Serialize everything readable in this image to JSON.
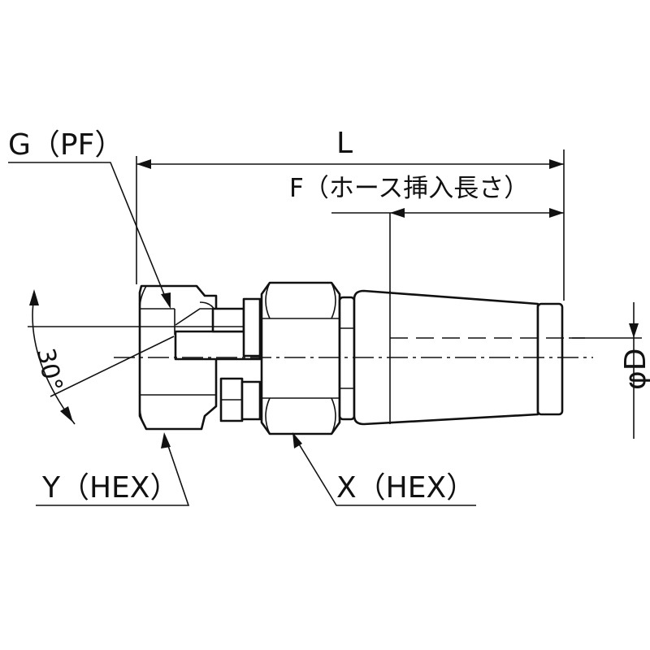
{
  "diagram": {
    "labels": {
      "thread": "G（PF）",
      "length": "L",
      "insertion": "F（ホース挿入長さ）",
      "angle": "30°",
      "diameter": "φD",
      "hex_y": "Y（HEX）",
      "hex_x": "X（HEX）"
    },
    "colors": {
      "line": "#111111",
      "background": "#ffffff"
    }
  }
}
